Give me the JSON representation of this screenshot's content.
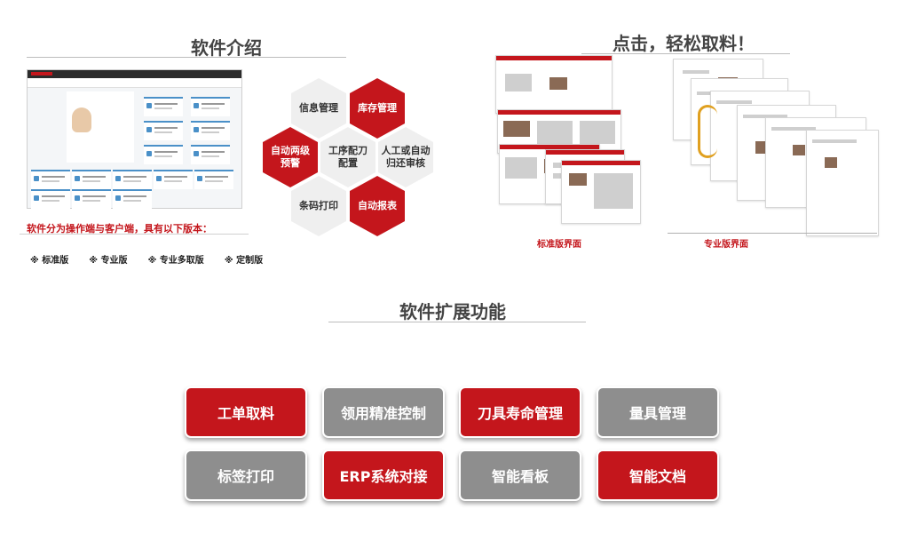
{
  "intro": {
    "title": "软件介绍",
    "note": "软件分为操作端与客户端，具有以下版本：",
    "versions": [
      "※ 标准版",
      "※ 专业版",
      "※ 专业多取版",
      "※ 定制版"
    ],
    "hexagons": [
      {
        "label": "信息管理",
        "style": "gray"
      },
      {
        "label": "库存管理",
        "style": "red"
      },
      {
        "label": "自动两级\n预警",
        "style": "red"
      },
      {
        "label": "工序配刀\n配置",
        "style": "gray"
      },
      {
        "label": "人工或自动\n归还审核",
        "style": "gray"
      },
      {
        "label": "条码打印",
        "style": "gray"
      },
      {
        "label": "自动报表",
        "style": "red"
      }
    ]
  },
  "demo": {
    "title": "点击，轻松取料！",
    "standard_caption": "标准版界面",
    "pro_caption": "专业版界面"
  },
  "extensions": {
    "title": "软件扩展功能",
    "buttons": [
      {
        "label": "工单取料",
        "style": "red"
      },
      {
        "label": "领用精准控制",
        "style": "gray"
      },
      {
        "label": "刀具寿命管理",
        "style": "red"
      },
      {
        "label": "量具管理",
        "style": "gray"
      },
      {
        "label": "标签打印",
        "style": "gray"
      },
      {
        "label": "ERP系统对接",
        "style": "red"
      },
      {
        "label": "智能看板",
        "style": "gray"
      },
      {
        "label": "智能文档",
        "style": "red"
      }
    ]
  },
  "colors": {
    "accent": "#c4161c",
    "neutral": "#8e8e8e"
  }
}
